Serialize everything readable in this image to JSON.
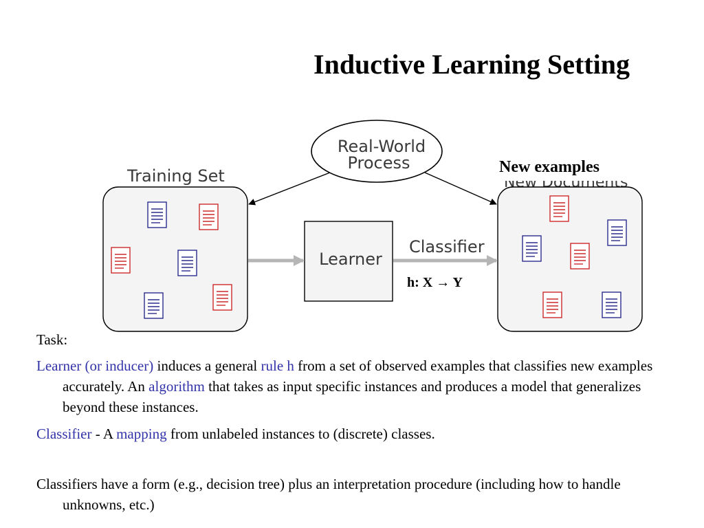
{
  "title": "Inductive Learning Setting",
  "diagram": {
    "process_line1": "Real-World",
    "process_line2": "Process",
    "training_set_label": "Training Set",
    "new_examples_label": "New examples",
    "new_documents_label": "New Documents",
    "learner_label": "Learner",
    "classifier_label": "Classifier",
    "mapping_label": "h: X → Y"
  },
  "task": {
    "heading": "Task:",
    "p1": {
      "term1": "Learner (or inducer)",
      "text1": " induces a general ",
      "term2": "rule h",
      "text2": " from a set of observed examples that classifies new examples accurately. An ",
      "term3": "algorithm",
      "text3": " that takes as input specific instances and produces a model that generalizes beyond these instances."
    },
    "p2": {
      "term1": "Classifier",
      "text1": " - A ",
      "term2": "mapping",
      "text2": " from unlabeled instances to (discrete) classes."
    },
    "p3": "Classifiers have a form (e.g., decision tree) plus an interpretation procedure (including how to handle unknowns, etc.)"
  },
  "colors": {
    "accent": "#3333aa",
    "doc_blue": "#2b2b8c",
    "doc_red": "#cc2a2a",
    "box_fill": "#f4f4f4",
    "arrow_gray": "#b5b5b5"
  }
}
